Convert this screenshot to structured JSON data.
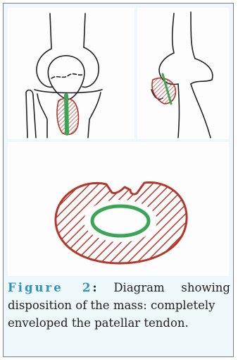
{
  "figure": {
    "label": "Figure 2",
    "colon": ":",
    "caption_line1": " Diagram showing",
    "caption_line2": "disposition of the mass: completely",
    "caption_line3": "enveloped the patellar tendon."
  },
  "colors": {
    "frame_background": "#eef8fb",
    "figure_label": "#2a93c4",
    "mass_hatch": "#b5372b",
    "tendon": "#3aa655",
    "line_art": "#222222"
  }
}
